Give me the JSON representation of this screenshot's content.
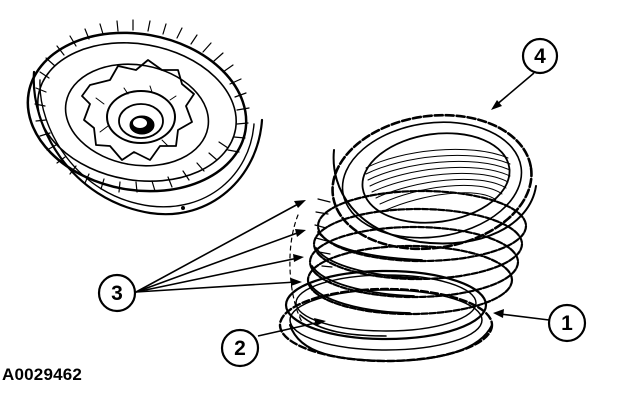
{
  "figure": {
    "id": "A0029462",
    "callouts": [
      {
        "number": "1"
      },
      {
        "number": "2"
      },
      {
        "number": "3"
      },
      {
        "number": "4"
      }
    ]
  }
}
